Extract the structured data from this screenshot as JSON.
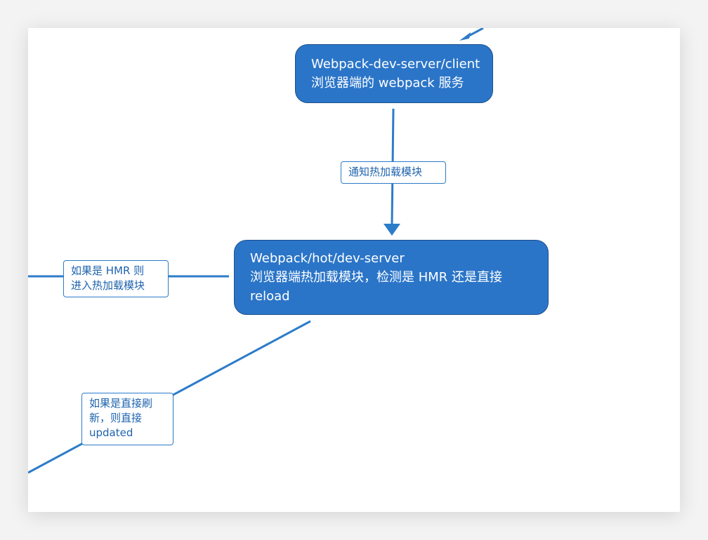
{
  "diagram": {
    "colors": {
      "node_fill": "#2b75c8",
      "node_border": "#1c4f8c",
      "edge": "#2d7cc9",
      "label_text": "#1e63ad",
      "label_border": "#2c7bc9",
      "background": "#ffffff"
    },
    "nodes": {
      "client": {
        "line1": "Webpack-dev-server/client",
        "line2": "浏览器端的 webpack 服务"
      },
      "hot_dev_server": {
        "line1": "Webpack/hot/dev-server",
        "line2": "浏览器端热加载模块，检测是 HMR 还是直接",
        "line3": "reload"
      }
    },
    "edge_labels": {
      "notify": "通知热加载模块",
      "hmr": {
        "line1": "如果是 HMR 则",
        "line2": "进入热加载模块"
      },
      "reload": {
        "line1": "如果是直接刷",
        "line2": "新，则直接",
        "line3": "updated"
      }
    }
  }
}
